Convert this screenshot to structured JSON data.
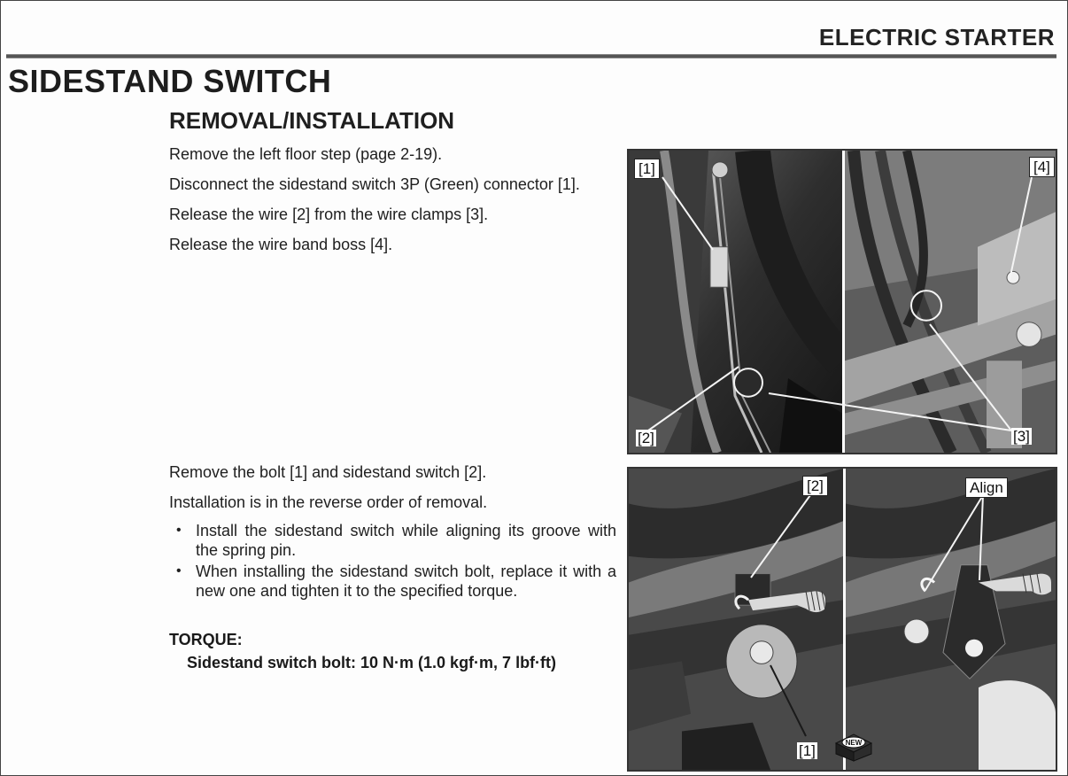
{
  "header": {
    "running_head": "ELECTRIC STARTER"
  },
  "section": {
    "title": "SIDESTAND SWITCH",
    "subtitle": "REMOVAL/INSTALLATION"
  },
  "removal_steps": [
    "Remove the left floor step (page 2-19).",
    "Disconnect the sidestand switch 3P (Green) connector [1].",
    "Release the wire [2] from the wire clamps [3].",
    "Release the wire band boss [4]."
  ],
  "install_steps": [
    "Remove the bolt [1] and sidestand switch [2].",
    "Installation is in the reverse order of removal."
  ],
  "notes": [
    "Install the sidestand switch while aligning its groove with the spring pin.",
    "When installing the sidestand switch bolt, replace it with a new one and tighten it to the specified torque."
  ],
  "torque": {
    "label": "TORQUE:",
    "value": "Sidestand switch bolt: 10 N·m (1.0 kgf·m, 7 lbf·ft)"
  },
  "figure_1": {
    "callouts": {
      "connector": "[1]",
      "wire": "[2]",
      "clamps": "[3]",
      "band_boss": "[4]"
    }
  },
  "figure_2": {
    "callouts": {
      "switch": "[2]",
      "align": "Align",
      "bolt": "[1]"
    },
    "new_part_icon_text": "NEW",
    "icon": "new-part-icon"
  }
}
